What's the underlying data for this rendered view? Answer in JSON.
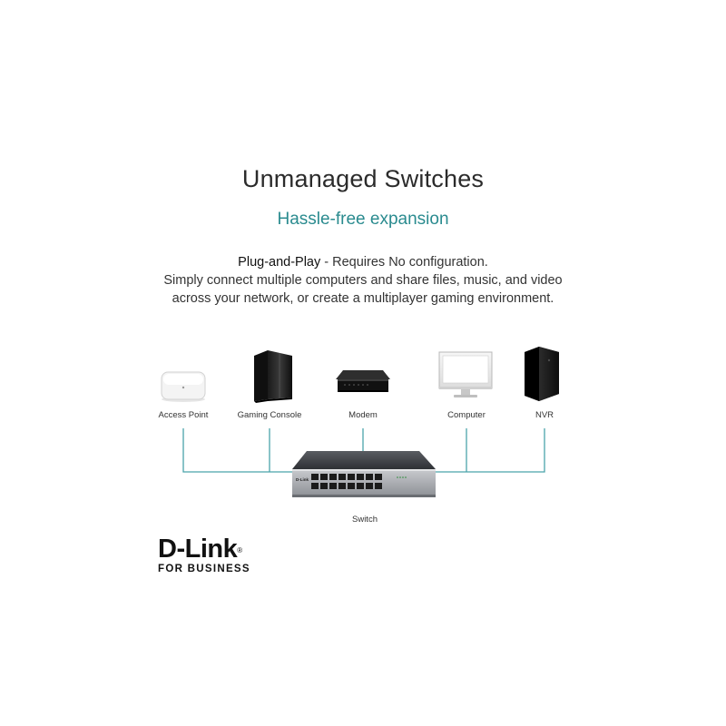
{
  "header": {
    "title": "Unmanaged Switches",
    "subtitle": "Hassle-free expansion",
    "description_bold": "Plug-and-Play",
    "description_line1_rest": " - Requires No configuration.",
    "description_line2": "Simply connect multiple computers and share files, music, and video",
    "description_line3": "across your network, or create a multiplayer gaming environment."
  },
  "devices": {
    "access_point": "Access Point",
    "gaming_console": "Gaming Console",
    "modem": "Modem",
    "computer": "Computer",
    "nvr": "NVR",
    "switch": "Switch"
  },
  "colors": {
    "accent": "#2a8b8f",
    "connector": "#4aa3ab"
  },
  "logo": {
    "brand": "D-Link",
    "registered": "®",
    "tagline": "FOR BUSINESS"
  }
}
